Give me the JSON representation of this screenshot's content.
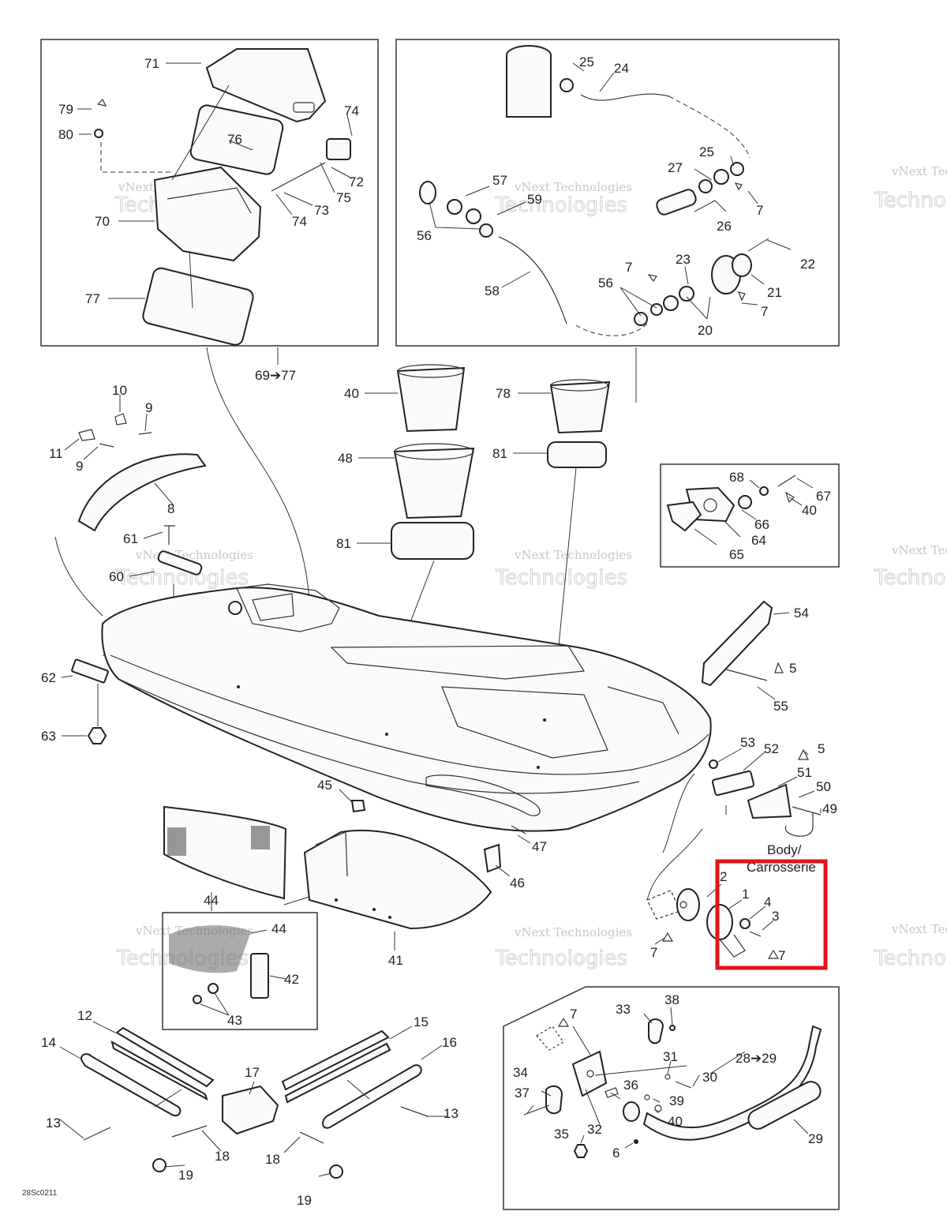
{
  "diagram_code": "28Sc0211",
  "watermark": {
    "line1": "vNext Technologies",
    "line2": "Technologies"
  },
  "body_label": {
    "line1": "Body/",
    "line2": "Carrosserie"
  },
  "highlight": {
    "color": "#e0141b"
  },
  "group_ranges": {
    "storage": "69➔77",
    "handlebar": "28➔29"
  },
  "callouts": {
    "c71": "71",
    "c79": "79",
    "c80": "80",
    "c76": "76",
    "c74a": "74",
    "c72": "72",
    "c75": "75",
    "c73": "73",
    "c74b": "74",
    "c70": "70",
    "c77": "77",
    "c25a": "25",
    "c24": "24",
    "c57": "57",
    "c59": "59",
    "c56a": "56",
    "c58": "58",
    "c25b": "25",
    "c27": "27",
    "c7a": "7",
    "c26": "26",
    "c22": "22",
    "c23": "23",
    "c7b": "7",
    "c56b": "56",
    "c21": "21",
    "c7c": "7",
    "c20": "20",
    "c40a": "40",
    "c78": "78",
    "c48": "48",
    "c81a": "81",
    "c81b": "81",
    "c10": "10",
    "c9a": "9",
    "c11": "11",
    "c9b": "9",
    "c8": "8",
    "c61": "61",
    "c60": "60",
    "c68": "68",
    "c67": "67",
    "c66": "66",
    "c40b": "40",
    "c64": "64",
    "c65": "65",
    "c54": "54",
    "c5a": "5",
    "c55": "55",
    "c53": "53",
    "c52": "52",
    "c5b": "5",
    "c51": "51",
    "c50": "50",
    "c49": "49",
    "c62": "62",
    "c63": "63",
    "c45": "45",
    "c47": "47",
    "c46": "46",
    "c44a": "44",
    "c41": "41",
    "c44b": "44",
    "c42": "42",
    "c43": "43",
    "c2": "2",
    "c1": "1",
    "c4": "4",
    "c3": "3",
    "c7d": "7",
    "c7e": "7",
    "c12": "12",
    "c14": "14",
    "c13a": "13",
    "c17": "17",
    "c15": "15",
    "c16": "16",
    "c13b": "13",
    "c18a": "18",
    "c18b": "18",
    "c19a": "19",
    "c19b": "19",
    "c7f": "7",
    "c33": "33",
    "c38": "38",
    "c31": "31",
    "c30": "30",
    "c34": "34",
    "c36": "36",
    "c37": "37",
    "c39": "39",
    "c40c": "40",
    "c32": "32",
    "c35": "35",
    "c6": "6",
    "c29": "29"
  }
}
